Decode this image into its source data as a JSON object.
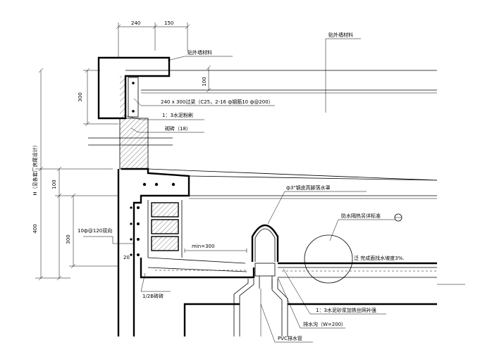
{
  "dimensions": {
    "top_left": "240",
    "top_right": "150",
    "d100_top": "100",
    "d300_left": "300",
    "d100_mid": "100",
    "d400": "400",
    "d300_low": "300",
    "d20": "20",
    "height_label": "H（见各套厂房尾设计）"
  },
  "labels": {
    "finish_top_right": "贴外墙材料",
    "finish_parapet": "贴外墙材料",
    "beam": "240 x 300过梁（C25，2-16 ф钢筋10 ф@200）",
    "plaster": "1：3水泥粉刷",
    "brick": "砌砖（18）",
    "downpipe": "ф3\"钢皮高脚落水罩",
    "waterproof": "防水隔热另详标准",
    "slope": "泛    完成面找水坡度3%.",
    "rebar_side": "10ф@120双向",
    "min_300": "min=300",
    "half_brick": "1/2B砖砖",
    "mortar": "1：3水泥砂浆加铁丝网补强",
    "gutter": "排水沟（W=200）",
    "pvc": "PVC排水管"
  },
  "icons": {
    "detail_marker": "detail-callout-icon"
  }
}
